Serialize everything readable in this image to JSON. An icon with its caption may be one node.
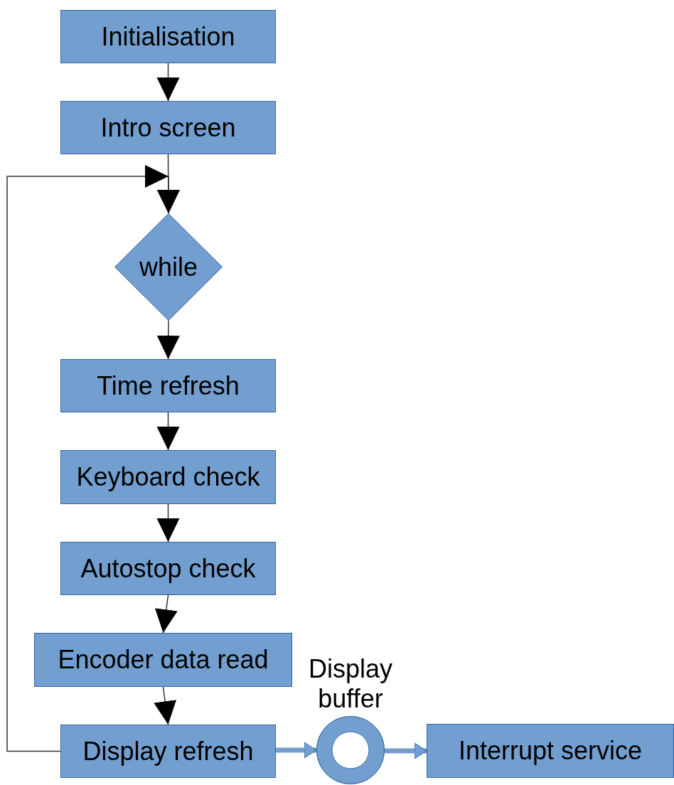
{
  "diagram": {
    "nodes": [
      {
        "text": [
          "Initialisation"
        ]
      },
      {
        "text": [
          "Intro screen"
        ]
      },
      {
        "text": [
          "while"
        ]
      },
      {
        "text": [
          "Time refresh"
        ]
      },
      {
        "text": [
          "Keyboard check"
        ]
      },
      {
        "text": [
          "Autostop check"
        ]
      },
      {
        "text": [
          "Encoder data read"
        ]
      },
      {
        "text": [
          "Display refresh"
        ]
      },
      {
        "text": [
          "Display buffer"
        ]
      },
      {
        "text": [
          "Interrupt service"
        ]
      }
    ],
    "edges": [
      {
        "from": 0,
        "to": 1,
        "arrow": "to"
      },
      {
        "from": 1,
        "to": 2,
        "arrow": "to"
      },
      {
        "from": 2,
        "to": 3,
        "arrow": "to"
      },
      {
        "from": 3,
        "to": 4,
        "arrow": "to"
      },
      {
        "from": 4,
        "to": 5,
        "arrow": "to"
      },
      {
        "from": 5,
        "to": 6,
        "arrow": "to"
      },
      {
        "from": 6,
        "to": 7,
        "arrow": "to"
      },
      {
        "from": 7,
        "to": 2,
        "arrow": "to"
      },
      {
        "from": 7,
        "to": 8,
        "arrow": "to",
        "style": "thick",
        "color": "#729fcf"
      },
      {
        "from": 8,
        "to": 9,
        "arrow": "to",
        "style": "thick",
        "color": "#729fcf"
      }
    ]
  }
}
